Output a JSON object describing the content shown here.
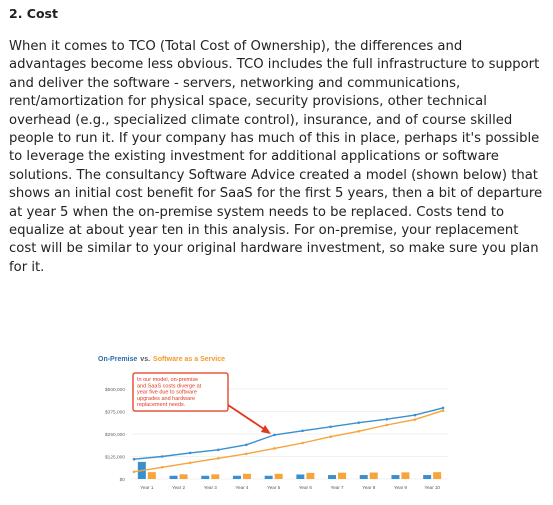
{
  "article": {
    "heading": "2. Cost",
    "paragraph": "When it comes to TCO (Total Cost of Ownership), the differences and advantages become less obvious. TCO includes the full infrastructure to support and deliver the software - servers, networking and communications, rent/amortization for physical space, security provisions, other technical overhead (e.g., specialized climate control), insurance, and of course skilled people to run it. If your company has much of this in place, perhaps it's possible to leverage the existing investment for additional applications or software solutions. The consultancy Software Advice created a model (shown below) that shows an initial cost benefit for SaaS for the first 5 years, then a bit of departure at year 5 when the on-premise system needs to be replaced. Costs tend to equalize at about year ten in this analysis. For on-premise, your replacement cost will be similar to your original hardware investment, so make sure you plan for it."
  },
  "chart_data": {
    "type": "line",
    "title_part1": "On-Premise",
    "title_vs": "vs.",
    "title_part2": "Software as a Service",
    "categories": [
      "Year 1",
      "Year 2",
      "Year 3",
      "Year 4",
      "Year 5",
      "Year 6",
      "Year 7",
      "Year 8",
      "Year 9",
      "Year 10"
    ],
    "ytick_labels": [
      "$0",
      "$125,000",
      "$250,000",
      "$375,000",
      "$500,000"
    ],
    "ylim": [
      0,
      500000
    ],
    "series": [
      {
        "key": "on_premise",
        "color": "#3a8fd1",
        "cumulative": [
          110000,
          125000,
          145000,
          162000,
          190000,
          245000,
          268000,
          290000,
          313000,
          332000,
          355000,
          395000
        ],
        "annual": [
          95000,
          18000,
          18000,
          18000,
          18000,
          25000,
          22000,
          22000,
          22000,
          22000
        ]
      },
      {
        "key": "saas",
        "color": "#f7a43a",
        "cumulative": [
          40000,
          65000,
          90000,
          115000,
          140000,
          170000,
          200000,
          235000,
          265000,
          300000,
          330000,
          380000
        ],
        "annual": [
          38000,
          26000,
          26000,
          29000,
          29000,
          34000,
          35000,
          36000,
          37000,
          38000
        ]
      }
    ],
    "annotation": "In our model, on-premise and SaaS costs diverge at year five due to software upgrades and hardware replacement needs.",
    "annotation_color": "#e2381f",
    "grid": true
  }
}
